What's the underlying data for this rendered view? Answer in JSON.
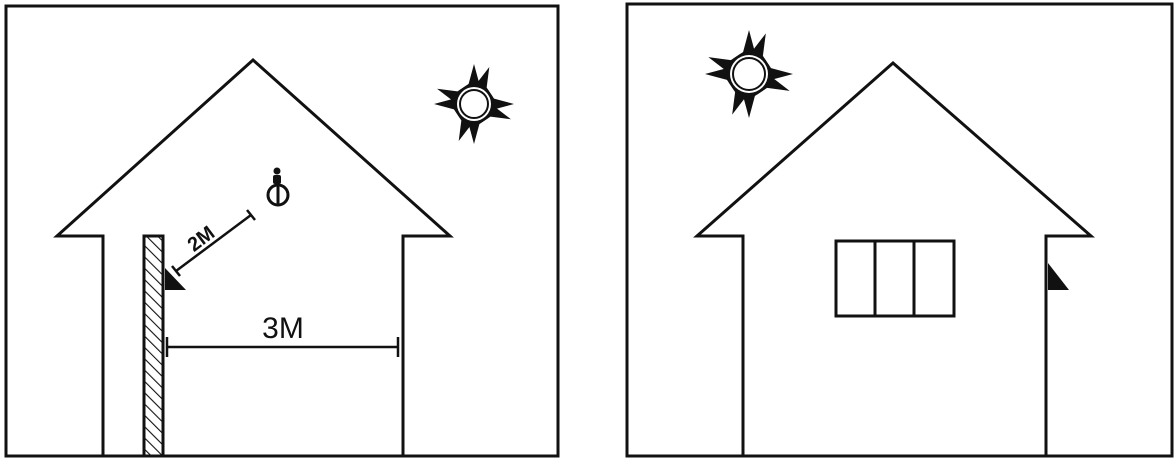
{
  "diagram": {
    "panels": [
      {
        "id": "left",
        "elements": [
          "house-outline",
          "sun-icon",
          "hatched-wall",
          "sensor-icon",
          "light-bulb-icon"
        ],
        "labels": {
          "distance_to_bulb": "2M",
          "distance_to_wall": "3M"
        }
      },
      {
        "id": "right",
        "elements": [
          "house-outline",
          "sun-icon",
          "window",
          "sensor-icon"
        ]
      }
    ],
    "colors": {
      "line": "#111111",
      "background": "#ffffff"
    }
  }
}
